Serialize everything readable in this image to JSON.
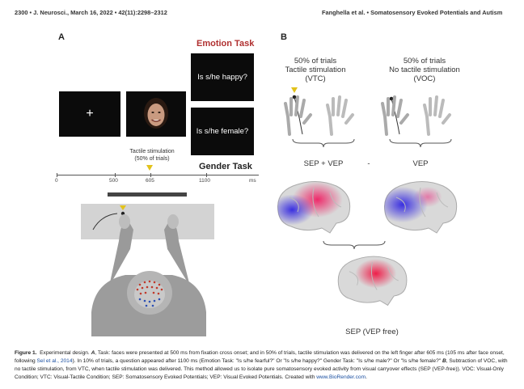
{
  "header": {
    "left": "2300 • J. Neurosci., March 16, 2022 • 42(11):2298–2312",
    "right": "Fanghella et al. • Somatosensory Evoked Potentials and Autism"
  },
  "panel_a": {
    "label": "A",
    "fixation": "+",
    "emotion_task": "Emotion Task",
    "question_emotion": "Is s/he happy?",
    "question_gender": "Is s/he female?",
    "gender_task": "Gender Task",
    "tactile_line1": "Tactile stimulation",
    "tactile_line2": "(50% of trials)",
    "ticks": [
      "0",
      "500",
      "605",
      "1100",
      "ms"
    ]
  },
  "panel_b": {
    "label": "B",
    "vtc_line1": "50% of trials",
    "vtc_line2": "Tactile stimulation",
    "vtc_line3": "(VTC)",
    "voc_line1": "50% of trials",
    "voc_line2": "No tactile stimulation",
    "voc_line3": "(VOC)",
    "sep_vep": "SEP + VEP",
    "minus": "-",
    "vep": "VEP",
    "sep_free": "SEP (VEP  free)"
  },
  "caption": {
    "fig": "Figure 1.",
    "p1": "Experimental design.",
    "a": "A",
    "p2": ", Task: faces were presented at 500 ms from fixation cross onset; and in 50% of trials, tactile stimulation was delivered on the left finger after 605 ms (105 ms after face onset, following ",
    "cite": "Sel et al., 2014",
    "p3": "). In 10% of trials, a question appeared after 1100 ms (Emotion Task: \"Is s/he fearful?\" Or \"Is s/he happy?\" Gender Task: \"Is s/he male?\" Or \"Is s/he female?\"",
    "b": "B",
    "p4": ", Subtraction of VOC, with no tactile stimulation, from VTC, when tactile stimulation was delivered. This method allowed us to isolate pure somatosensory evoked activity from visual carryover effects (SEP (VEP-free)). VOC: Visual-Only Condition; VTC: Visual-Tactile Condition; SEP: Somatosensory Evoked Potentials; VEP: Visual Evoked Potentials. Created with ",
    "link": "www.BioRender.com",
    "p5": "."
  },
  "colors": {
    "emotion_title": "#b03030",
    "stim_marker": "#e2c21b",
    "link": "#1a4fa0"
  }
}
